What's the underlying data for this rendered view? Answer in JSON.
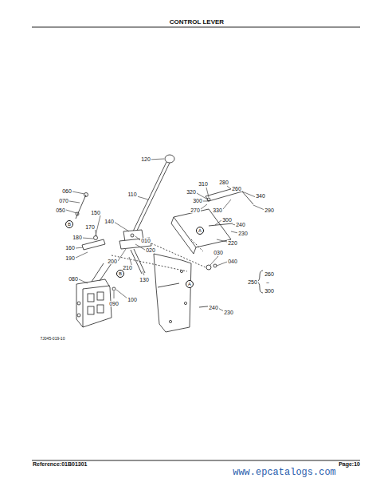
{
  "diagram": {
    "title": "CONTROL LEVER",
    "labels": [
      "120",
      "110",
      "060",
      "070",
      "050",
      "B",
      "150",
      "140",
      "170",
      "180",
      "160",
      "190",
      "010",
      "020",
      "200",
      "210",
      "B",
      "130",
      "080",
      "090",
      "100",
      "310",
      "320",
      "280",
      "260",
      "340",
      "300",
      "270",
      "330",
      "290",
      "300",
      "240",
      "230",
      "220",
      "A",
      "030",
      "040",
      "A",
      "240",
      "230",
      "250",
      "260",
      "~",
      "300",
      "7J045-019-10",
      "Reference:01B01301",
      "Page:10",
      "www.epcatalogs.com"
    ]
  }
}
